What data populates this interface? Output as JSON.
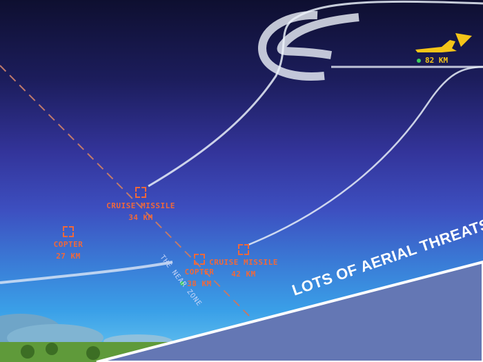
{
  "targets": [
    {
      "type": "CRUISE MISSILE",
      "distance": "34 KM"
    },
    {
      "type": "COPTER",
      "distance": "27 KM"
    },
    {
      "type": "COPTER",
      "distance": "38 KM"
    },
    {
      "type": "CRUISE MISSILE",
      "distance": "42 KM"
    }
  ],
  "player": {
    "distance": "82 KM",
    "color": "#f5c518"
  },
  "zone_label": "THE NEAR ZONE",
  "banner": {
    "text": "LOTS OF AERIAL THREATS",
    "color": "#6477b4"
  },
  "colors": {
    "target": "#f0683a",
    "friendly_dot": "#3bd05a"
  }
}
